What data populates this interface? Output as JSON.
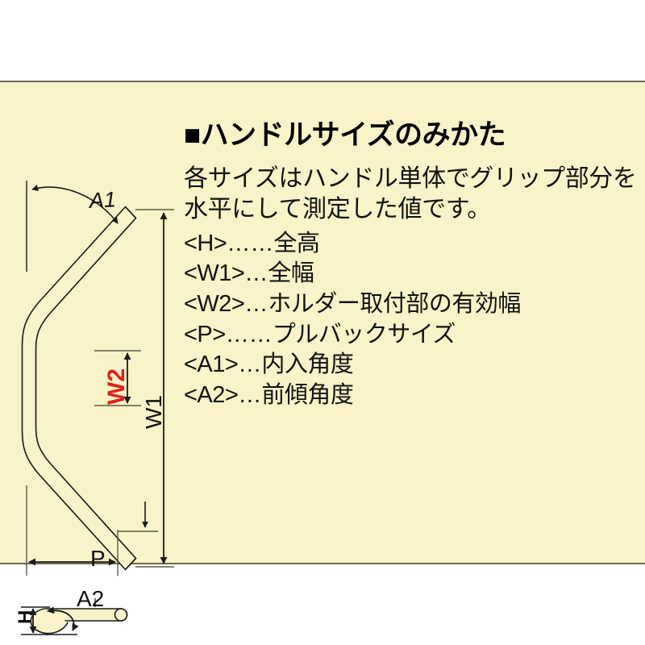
{
  "panel": {
    "background_color": "#f8f3c8",
    "border_color": "#6e6a4e",
    "page_background": "#ffffff"
  },
  "header": {
    "bullet": "■",
    "title": "■ハンドルサイズのみかた"
  },
  "intro": {
    "text": "各サイズはハンドル単体でグリップ部分を水平にして測定した値です。"
  },
  "definitions": [
    {
      "key": "<H>",
      "dots": "……",
      "value": "全高"
    },
    {
      "key": "<W1>",
      "dots": "…",
      "value": "全幅"
    },
    {
      "key": "<W2>",
      "dots": "…",
      "value": "ホルダー取付部の有効幅"
    },
    {
      "key": "<P>",
      "dots": "……",
      "value": "プルバックサイズ"
    },
    {
      "key": "<A1>",
      "dots": "…",
      "value": "内入角度"
    },
    {
      "key": "<A2>",
      "dots": "…",
      "value": "前傾角度"
    }
  ],
  "diagram": {
    "labels": {
      "a1": "A1",
      "w1": "W1",
      "w2": "W2",
      "p": "P",
      "a2": "A2",
      "h": "H"
    },
    "colors": {
      "w2_accent": "#e3201b",
      "line": "#1a1a1a",
      "tube_fill": "#f8f3c8"
    }
  }
}
